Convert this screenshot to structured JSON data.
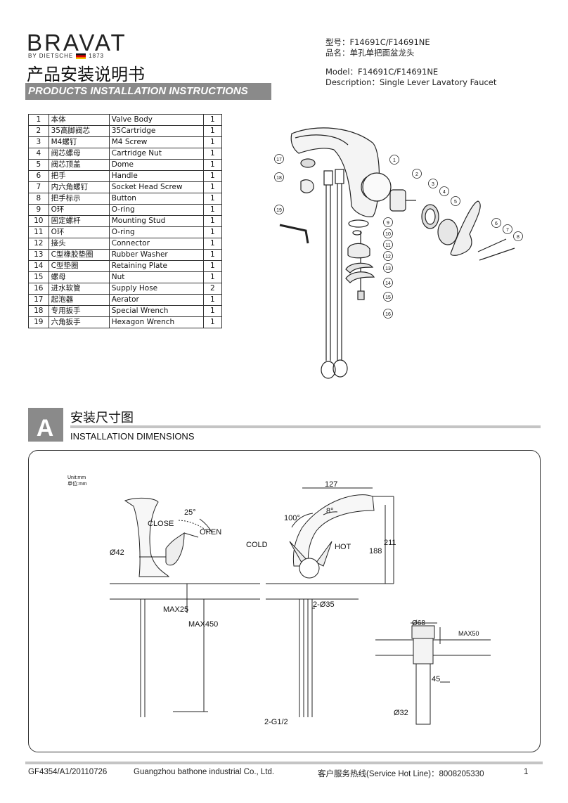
{
  "brand": {
    "name": "BRAVAT",
    "tagline_by": "BY DIETSCHE",
    "tagline_year": "1873"
  },
  "doc": {
    "title_cn": "产品安装说明书",
    "title_en": "PRODUCTS INSTALLATION INSTRUCTIONS"
  },
  "model": {
    "model_cn": "型号：F14691C/F14691NE",
    "name_cn": "品名：单孔单把面盆龙头",
    "model_en": "Model：F14691C/F14691NE",
    "desc_en": "Description：Single Lever Lavatory Faucet"
  },
  "parts": [
    {
      "no": "1",
      "cn": "本体",
      "en": "Valve Body",
      "qty": "1"
    },
    {
      "no": "2",
      "cn": "35高脚阀芯",
      "en": "35Cartridge",
      "qty": "1"
    },
    {
      "no": "3",
      "cn": "M4螺钉",
      "en": "M4 Screw",
      "qty": "1"
    },
    {
      "no": "4",
      "cn": "阀芯螺母",
      "en": "Cartridge Nut",
      "qty": "1"
    },
    {
      "no": "5",
      "cn": "阀芯顶盖",
      "en": "Dome",
      "qty": "1"
    },
    {
      "no": "6",
      "cn": "把手",
      "en": "Handle",
      "qty": "1"
    },
    {
      "no": "7",
      "cn": "内六角螺钉",
      "en": "Socket Head Screw",
      "qty": "1"
    },
    {
      "no": "8",
      "cn": "把手标示",
      "en": "Button",
      "qty": "1"
    },
    {
      "no": "9",
      "cn": "O环",
      "en": "O-ring",
      "qty": "1"
    },
    {
      "no": "10",
      "cn": "固定螺杆",
      "en": "Mounting Stud",
      "qty": "1"
    },
    {
      "no": "11",
      "cn": "O环",
      "en": "O-ring",
      "qty": "1"
    },
    {
      "no": "12",
      "cn": "接头",
      "en": "Connector",
      "qty": "1"
    },
    {
      "no": "13",
      "cn": "C型橡胶垫圈",
      "en": "Rubber Washer",
      "qty": "1"
    },
    {
      "no": "14",
      "cn": "C型垫圈",
      "en": "Retaining Plate",
      "qty": "1"
    },
    {
      "no": "15",
      "cn": "螺母",
      "en": "Nut",
      "qty": "1"
    },
    {
      "no": "16",
      "cn": "进水软管",
      "en": "Supply Hose",
      "qty": "2"
    },
    {
      "no": "17",
      "cn": "起泡器",
      "en": "Aerator",
      "qty": "1"
    },
    {
      "no": "18",
      "cn": "专用扳手",
      "en": "Special Wrench",
      "qty": "1"
    },
    {
      "no": "19",
      "cn": "六角扳手",
      "en": "Hexagon Wrench",
      "qty": "1"
    }
  ],
  "exploded": {
    "callouts": [
      "1",
      "2",
      "3",
      "4",
      "5",
      "6",
      "7",
      "8",
      "9",
      "10",
      "11",
      "12",
      "13",
      "14",
      "15",
      "16",
      "17",
      "18",
      "19"
    ]
  },
  "section": {
    "letter": "A",
    "title_cn": "安装尺寸图",
    "title_en": "INSTALLATION DIMENSIONS"
  },
  "dims": {
    "unit_en": "Unit:mm",
    "unit_cn": "单位:mm",
    "angle": "25°",
    "close": "CLOSE",
    "open": "OPEN",
    "dia42": "Ø42",
    "max25": "MAX25",
    "max450": "MAX450",
    "d127": "127",
    "d8": "8°",
    "d100": "100°",
    "cold": "COLD",
    "hot": "HOT",
    "d188": "188",
    "d211": "211",
    "d2x35": "2-Ø35",
    "g12": "2-G1/2",
    "dia68": "Ø68",
    "max50": "MAX50",
    "d45": "45",
    "dia32": "Ø32"
  },
  "footer": {
    "code": "GF4354/A1/20110726",
    "company": "Guangzhou bathone industrial Co., Ltd.",
    "hotline": "客户服务热线(Service Hot Line)：8008205330",
    "page": "1"
  }
}
